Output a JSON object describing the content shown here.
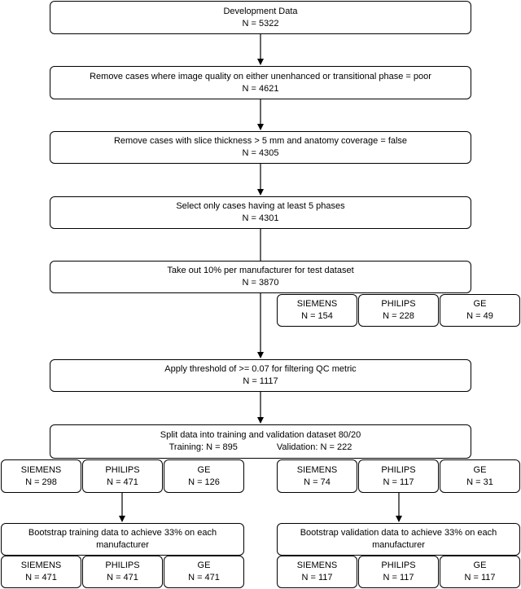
{
  "steps": {
    "dev": {
      "title": "Development Data",
      "n": "N = 5322"
    },
    "quality": {
      "title": "Remove cases where image quality on either unenhanced or transitional phase = poor",
      "n": "N = 4621"
    },
    "slice": {
      "title": "Remove cases with slice thickness > 5 mm and anatomy coverage = false",
      "n": "N = 4305"
    },
    "phases": {
      "title": "Select only cases having at least 5 phases",
      "n": "N = 4301"
    },
    "takeout": {
      "title": "Take out 10% per manufacturer for test dataset",
      "n": "N = 3870"
    },
    "threshold": {
      "title": "Apply threshold of >= 0.07 for filtering QC metric",
      "n": "N = 1117"
    },
    "split": {
      "title": "Split data into training and validation dataset 80/20",
      "training": "Training: N = 895",
      "validation": "Validation: N = 222"
    },
    "boot_train": {
      "title": "Bootstrap training data to achieve 33% on each manufacturer"
    },
    "boot_val": {
      "title": "Bootstrap validation data to achieve 33% on each manufacturer"
    }
  },
  "test_set": [
    {
      "name": "SIEMENS",
      "n": "N = 154"
    },
    {
      "name": "PHILIPS",
      "n": "N = 228"
    },
    {
      "name": "GE",
      "n": "N = 49"
    }
  ],
  "training_set": [
    {
      "name": "SIEMENS",
      "n": "N = 298"
    },
    {
      "name": "PHILIPS",
      "n": "N = 471"
    },
    {
      "name": "GE",
      "n": "N = 126"
    }
  ],
  "validation_set": [
    {
      "name": "SIEMENS",
      "n": "N = 74"
    },
    {
      "name": "PHILIPS",
      "n": "N = 117"
    },
    {
      "name": "GE",
      "n": "N = 31"
    }
  ],
  "training_boot": [
    {
      "name": "SIEMENS",
      "n": "N = 471"
    },
    {
      "name": "PHILIPS",
      "n": "N = 471"
    },
    {
      "name": "GE",
      "n": "N = 471"
    }
  ],
  "validation_boot": [
    {
      "name": "SIEMENS",
      "n": "N = 117"
    },
    {
      "name": "PHILIPS",
      "n": "N = 117"
    },
    {
      "name": "GE",
      "n": "N = 117"
    }
  ]
}
